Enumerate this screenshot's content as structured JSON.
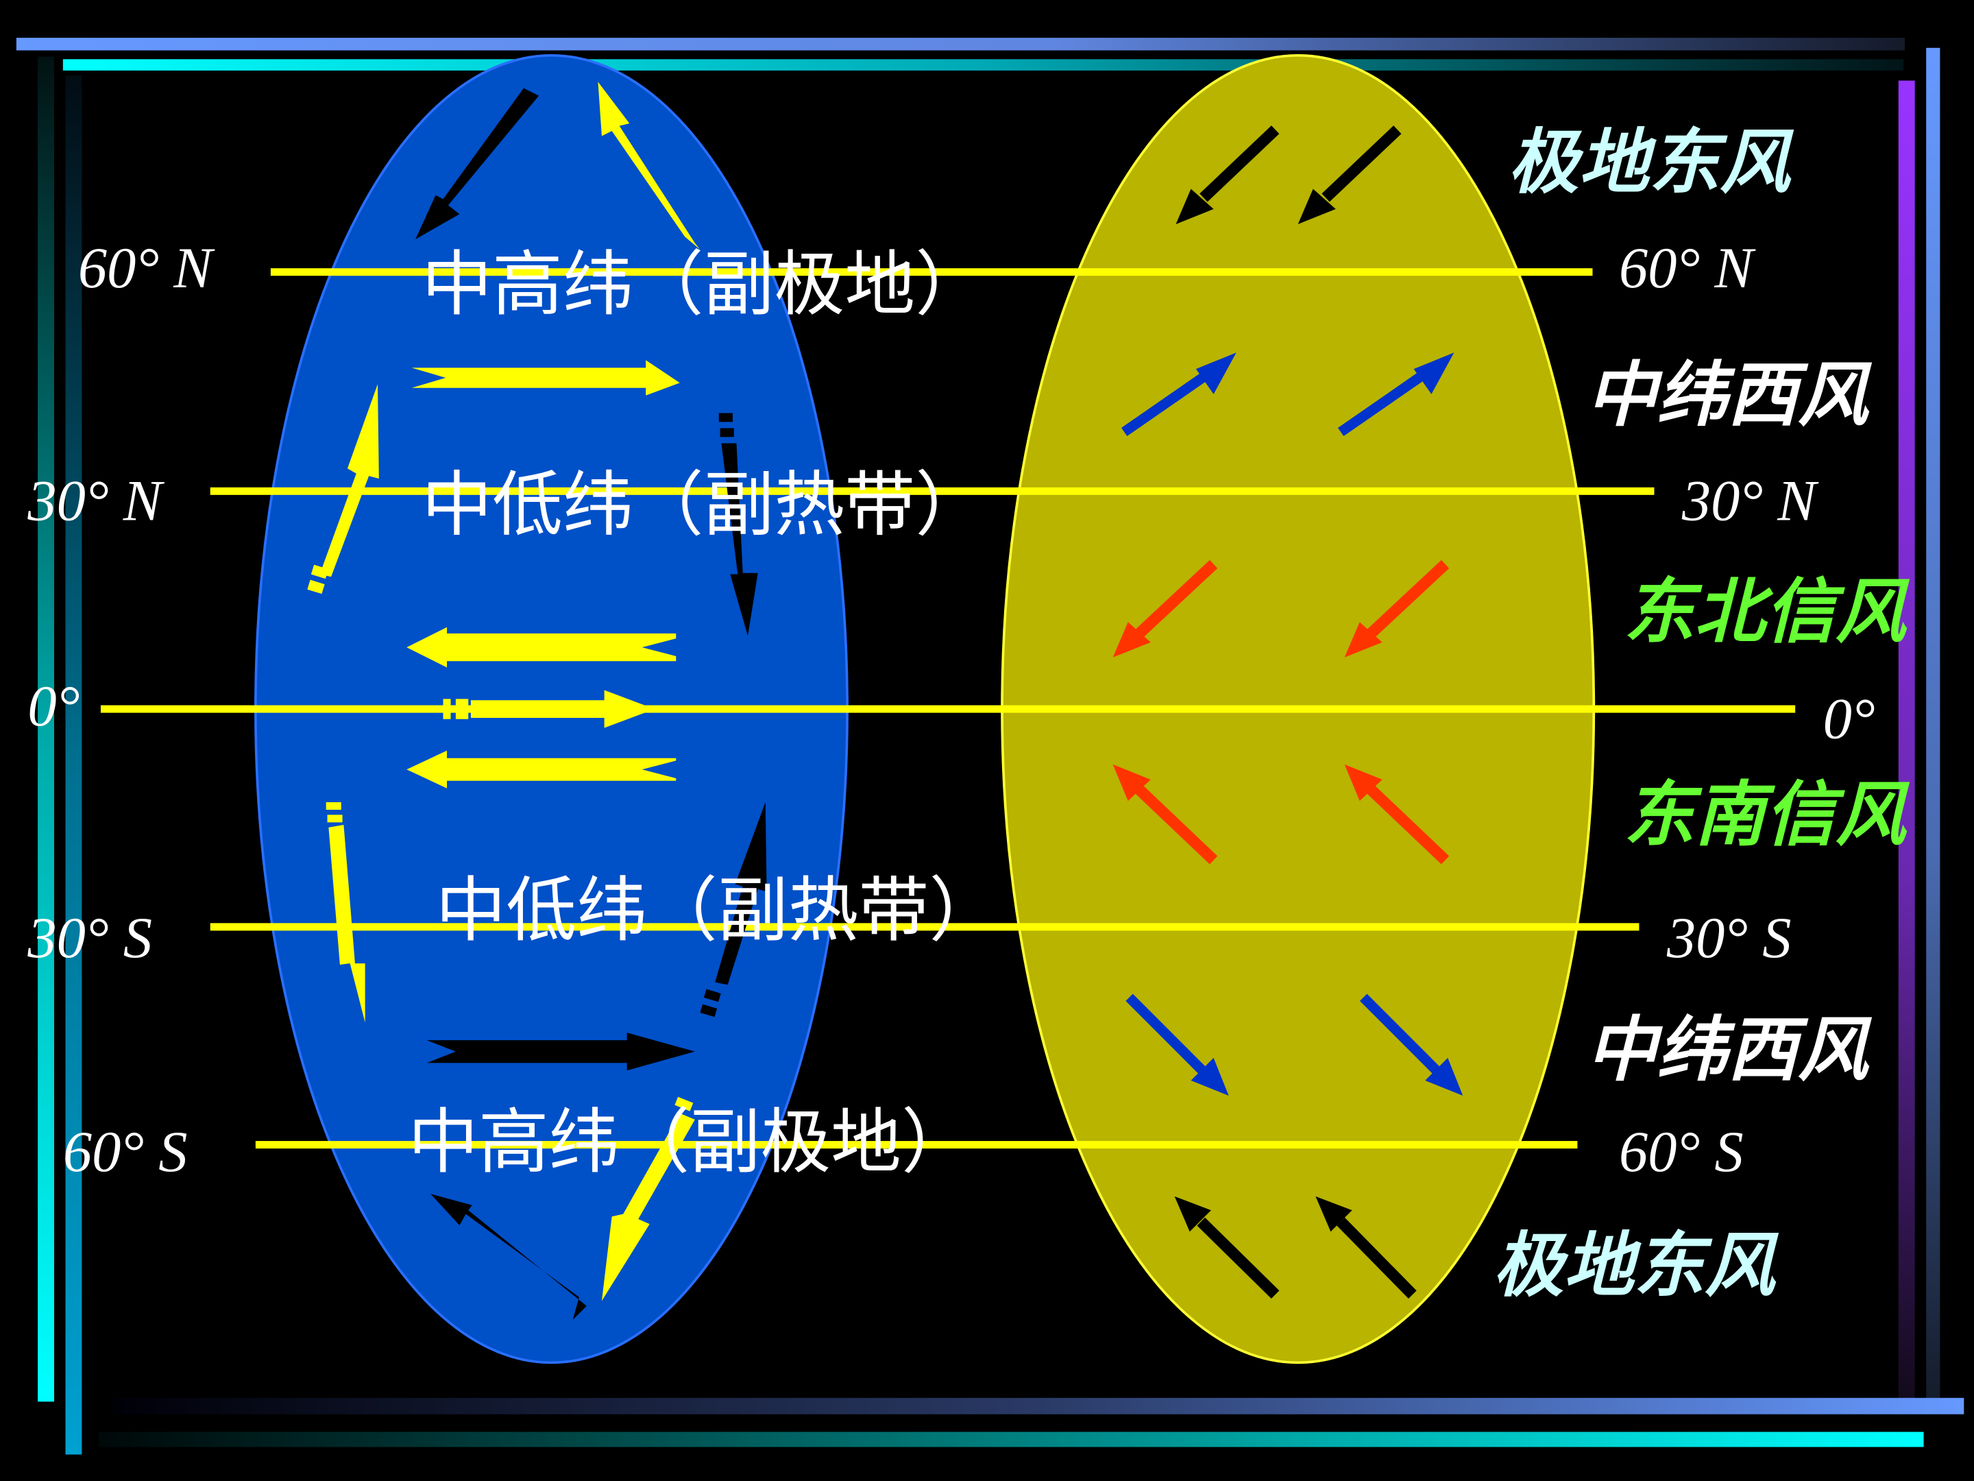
{
  "colors": {
    "background": "#000000",
    "left_ellipse_fill": "#0050c8",
    "left_ellipse_stroke": "#2a6fff",
    "right_ellipse_fill": "#b8b400",
    "right_ellipse_stroke": "#ffff33",
    "latitude_line": "#ffff00",
    "lat_label": "#ffffff",
    "cell_label": "#ffffff",
    "polar_easterlies_label": "#ccffff",
    "westerlies_label": "#ffffff",
    "trade_winds_label": "#66ff33",
    "arrow_black": "#000000",
    "arrow_yellow": "#ffff00",
    "arrow_blue": "#0033cc",
    "arrow_red": "#ff3300",
    "border_blue": "#6699ff",
    "border_cyan": "#00ffff",
    "border_purple": "#9933ff"
  },
  "latitudes": {
    "left": {
      "n60": "60° N",
      "n30": "30° N",
      "eq": "0°",
      "s30": "30° S",
      "s60": "60° S"
    },
    "right": {
      "n60": "60° N",
      "n30": "30° N",
      "eq": "0°",
      "s30": "30° S",
      "s60": "60° S"
    }
  },
  "pressure_cells": {
    "north_subpolar": "中高纬（副极地）",
    "north_subtropical": "中低纬（副热带）",
    "south_subtropical": "中低纬（副热带）",
    "south_subpolar": "中高纬（副极地）"
  },
  "wind_belts": {
    "north_polar_easterlies": "极地东风",
    "north_westerlies": "中纬西风",
    "ne_trades": "东北信风",
    "se_trades": "东南信风",
    "south_westerlies": "中纬西风",
    "south_polar_easterlies": "极地东风"
  }
}
